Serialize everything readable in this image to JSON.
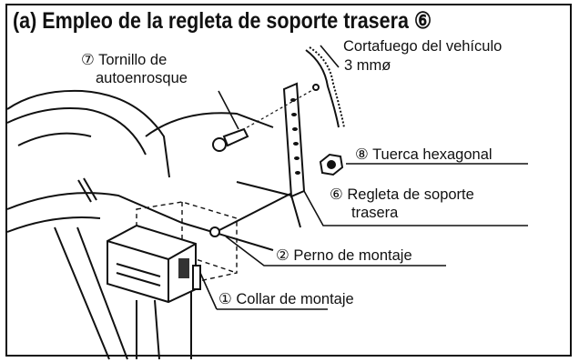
{
  "title": "(a) Empleo de la regleta de soporte trasera ⑥",
  "labels": {
    "firewall_line1": "Cortafuego del vehículo",
    "firewall_line2": "3 mmø",
    "screw_line1": "⑦ Tornillo de",
    "screw_line2": "autoenrosque",
    "hex_nut": "⑧ Tuerca hexagonal",
    "strap_line1": "⑥ Regleta de soporte",
    "strap_line2": "trasera",
    "bolt": "② Perno de montaje",
    "collar": "① Collar de montaje"
  }
}
